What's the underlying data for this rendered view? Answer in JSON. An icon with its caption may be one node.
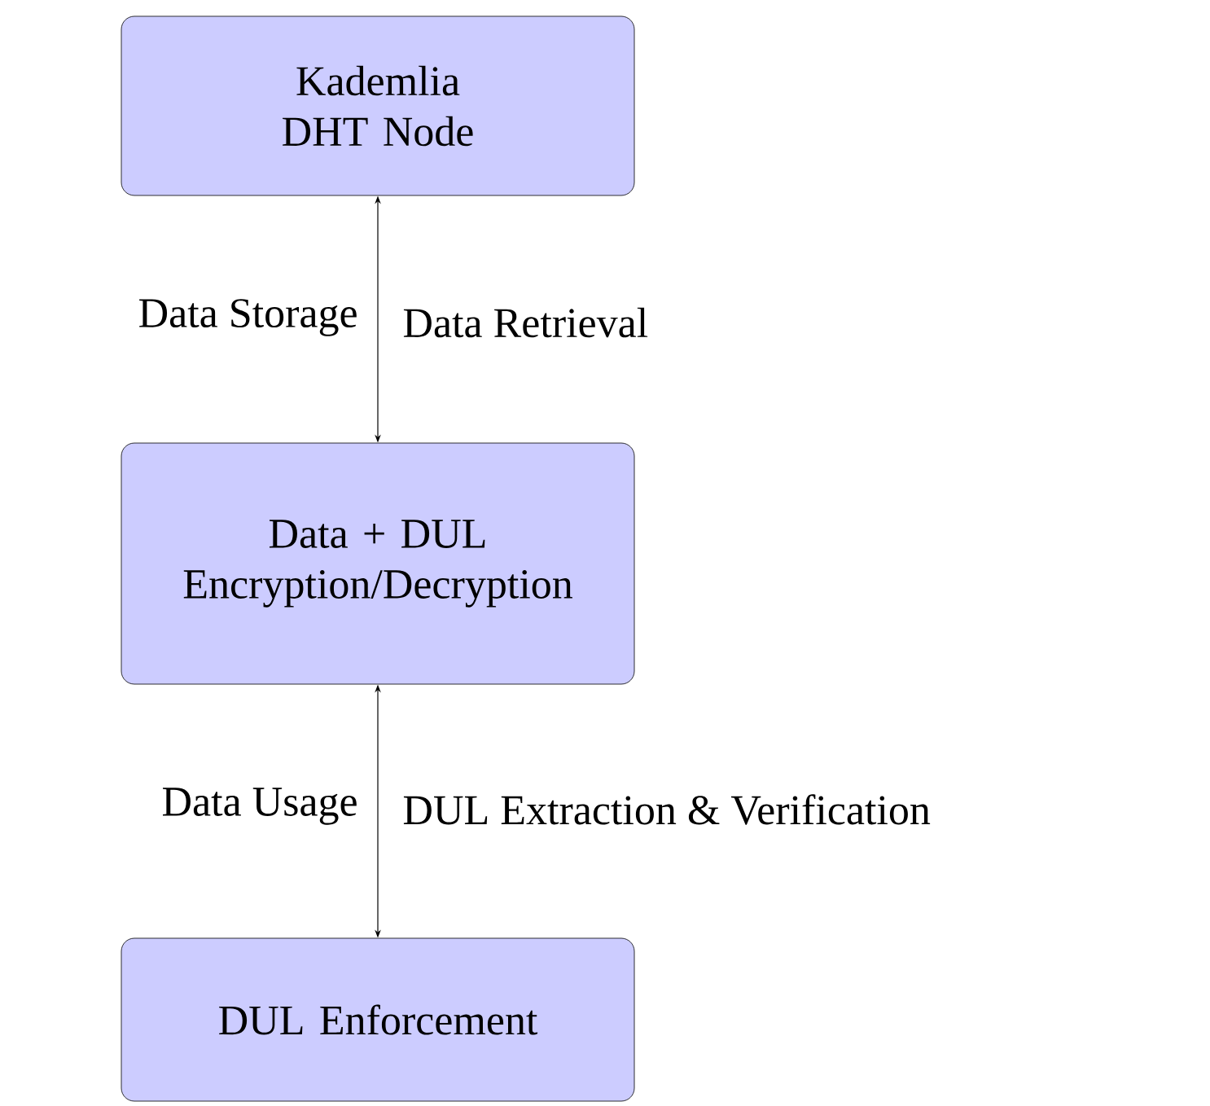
{
  "diagram": {
    "nodes": [
      {
        "text": [
          "Kademlia DHT Node"
        ]
      },
      {
        "text": [
          "Data + DUL Encryption/Decryption"
        ]
      },
      {
        "text": [
          "DUL Enforcement"
        ]
      }
    ],
    "edges": [
      {
        "from": 0,
        "to": 1,
        "arrow": "both",
        "label": "Data Storage"
      },
      {
        "from": 1,
        "to": 2,
        "arrow": "both",
        "label": "Data Usage"
      }
    ],
    "labels": [
      "Data Retrieval",
      "DUL Extraction & Verification"
    ]
  }
}
